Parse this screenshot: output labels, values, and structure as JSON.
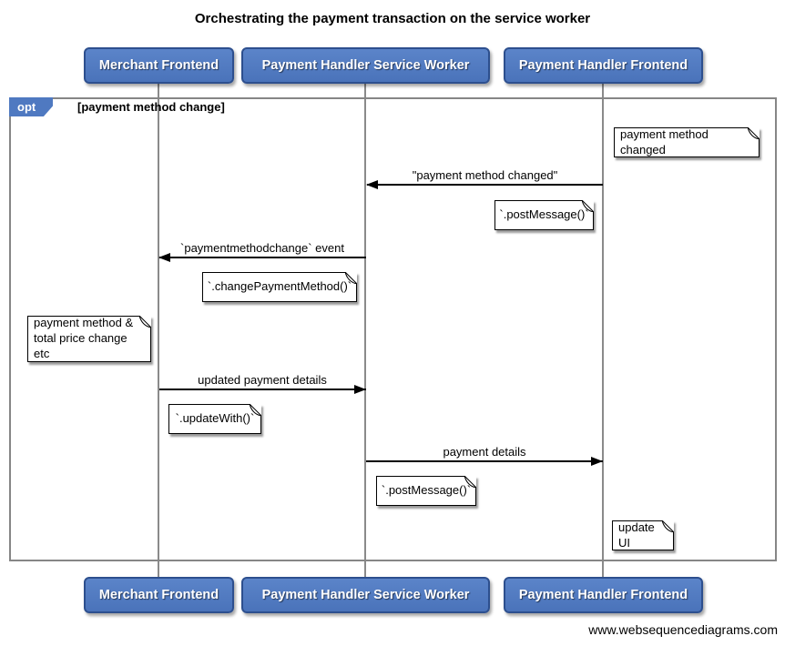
{
  "title": "Orchestrating the payment transaction on the service worker",
  "actors": [
    {
      "label": "Merchant Frontend"
    },
    {
      "label": "Payment Handler Service Worker"
    },
    {
      "label": "Payment Handler Frontend"
    }
  ],
  "fragment": {
    "operator": "opt",
    "condition": "[payment method change]"
  },
  "messages": [
    {
      "label": "\"payment method changed\"",
      "from": "Payment Handler Frontend",
      "to": "Payment Handler Service Worker"
    },
    {
      "label": "`paymentmethodchange` event",
      "from": "Payment Handler Service Worker",
      "to": "Merchant Frontend"
    },
    {
      "label": "updated payment details",
      "from": "Merchant Frontend",
      "to": "Payment Handler Service Worker"
    },
    {
      "label": "payment details",
      "from": "Payment Handler Service Worker",
      "to": "Payment Handler Frontend"
    }
  ],
  "notes": [
    {
      "text": "payment method changed",
      "over": "Payment Handler Frontend"
    },
    {
      "text": "`.postMessage()`",
      "over": "Payment Handler Service Worker"
    },
    {
      "text": "`.changePaymentMethod()`",
      "over": "Merchant Frontend"
    },
    {
      "text": "payment method &\ntotal price change etc",
      "over": "Merchant Frontend"
    },
    {
      "text": "`.updateWith()`",
      "over": "Merchant Frontend"
    },
    {
      "text": "`.postMessage()`",
      "over": "Payment Handler Service Worker"
    },
    {
      "text": "update UI",
      "over": "Payment Handler Frontend"
    }
  ],
  "footer": "www.websequencediagrams.com",
  "colors": {
    "actor_fill": "#4f79c1",
    "actor_border": "#2d4f8e",
    "fragment_tab_fill": "#4f79c1",
    "frame_border": "#868686",
    "lifeline": "#8a8a8a",
    "arrow": "#000000",
    "note_fill": "#ffffff"
  }
}
